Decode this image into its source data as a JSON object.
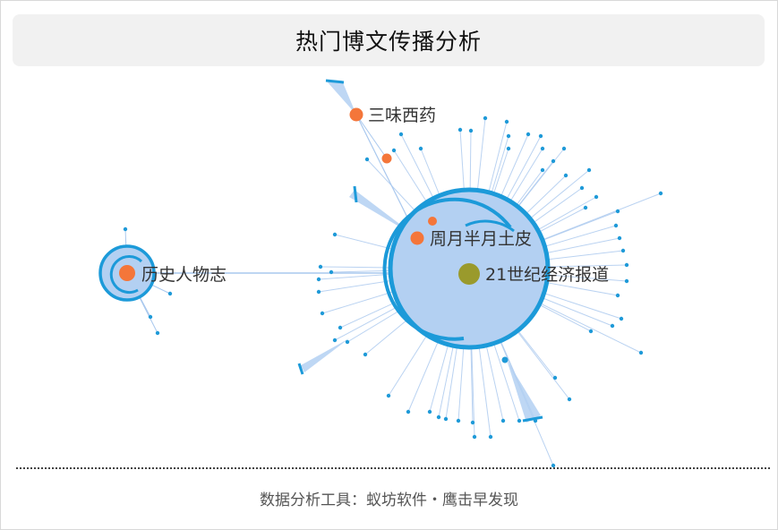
{
  "header": {
    "title": "热门博文传播分析"
  },
  "graph": {
    "colors": {
      "edge": "#a9c8ee",
      "leaf": "#1f9ad8",
      "hub_fill": "#b3d0f2",
      "hub_ring": "#1c9ad9",
      "key_node": "#f4763a",
      "root_node": "#9a9a2c"
    },
    "nodes": [
      {
        "id": "root",
        "label": "21世纪经济报道",
        "role": "root"
      },
      {
        "id": "zhouyue",
        "label": "周月半月土皮",
        "role": "key"
      },
      {
        "id": "sanwei",
        "label": "三味西药",
        "role": "key"
      },
      {
        "id": "lishi",
        "label": "历史人物志",
        "role": "key"
      }
    ]
  },
  "footer": {
    "text": "数据分析工具：蚁坊软件・鹰击早发现"
  }
}
